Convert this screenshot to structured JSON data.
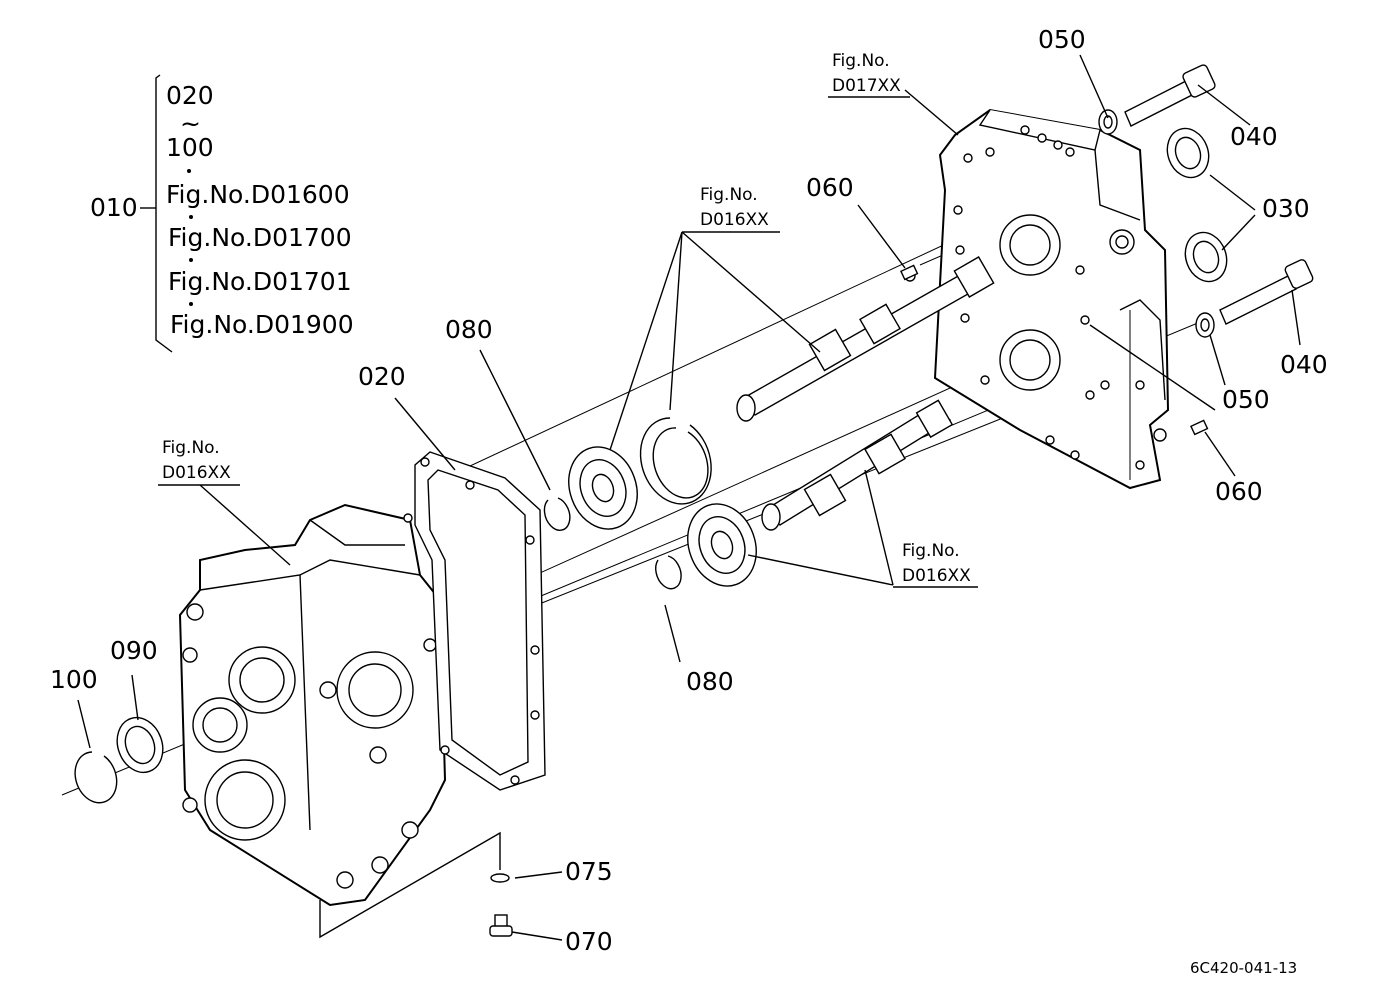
{
  "legend": {
    "parent_no": "010",
    "lines": [
      "020",
      "~",
      "100",
      "Fig.No.D01600",
      "Fig.No.D01700",
      "Fig.No.D01701",
      "Fig.No.D01900"
    ]
  },
  "callouts": {
    "c020": "020",
    "c030": "030",
    "c040a": "040",
    "c040b": "040",
    "c050a": "050",
    "c050b": "050",
    "c060a": "060",
    "c060b": "060",
    "c070": "070",
    "c075": "075",
    "c080a": "080",
    "c080b": "080",
    "c090": "090",
    "c100": "100"
  },
  "figrefs": {
    "top_shaft": [
      "Fig.No.",
      "D016XX"
    ],
    "cover": [
      "Fig.No.",
      "D017XX"
    ],
    "housing": [
      "Fig.No.",
      "D016XX"
    ],
    "lower_shaft": [
      "Fig.No.",
      "D016XX"
    ]
  },
  "drawing_code": "6C420-041-13"
}
